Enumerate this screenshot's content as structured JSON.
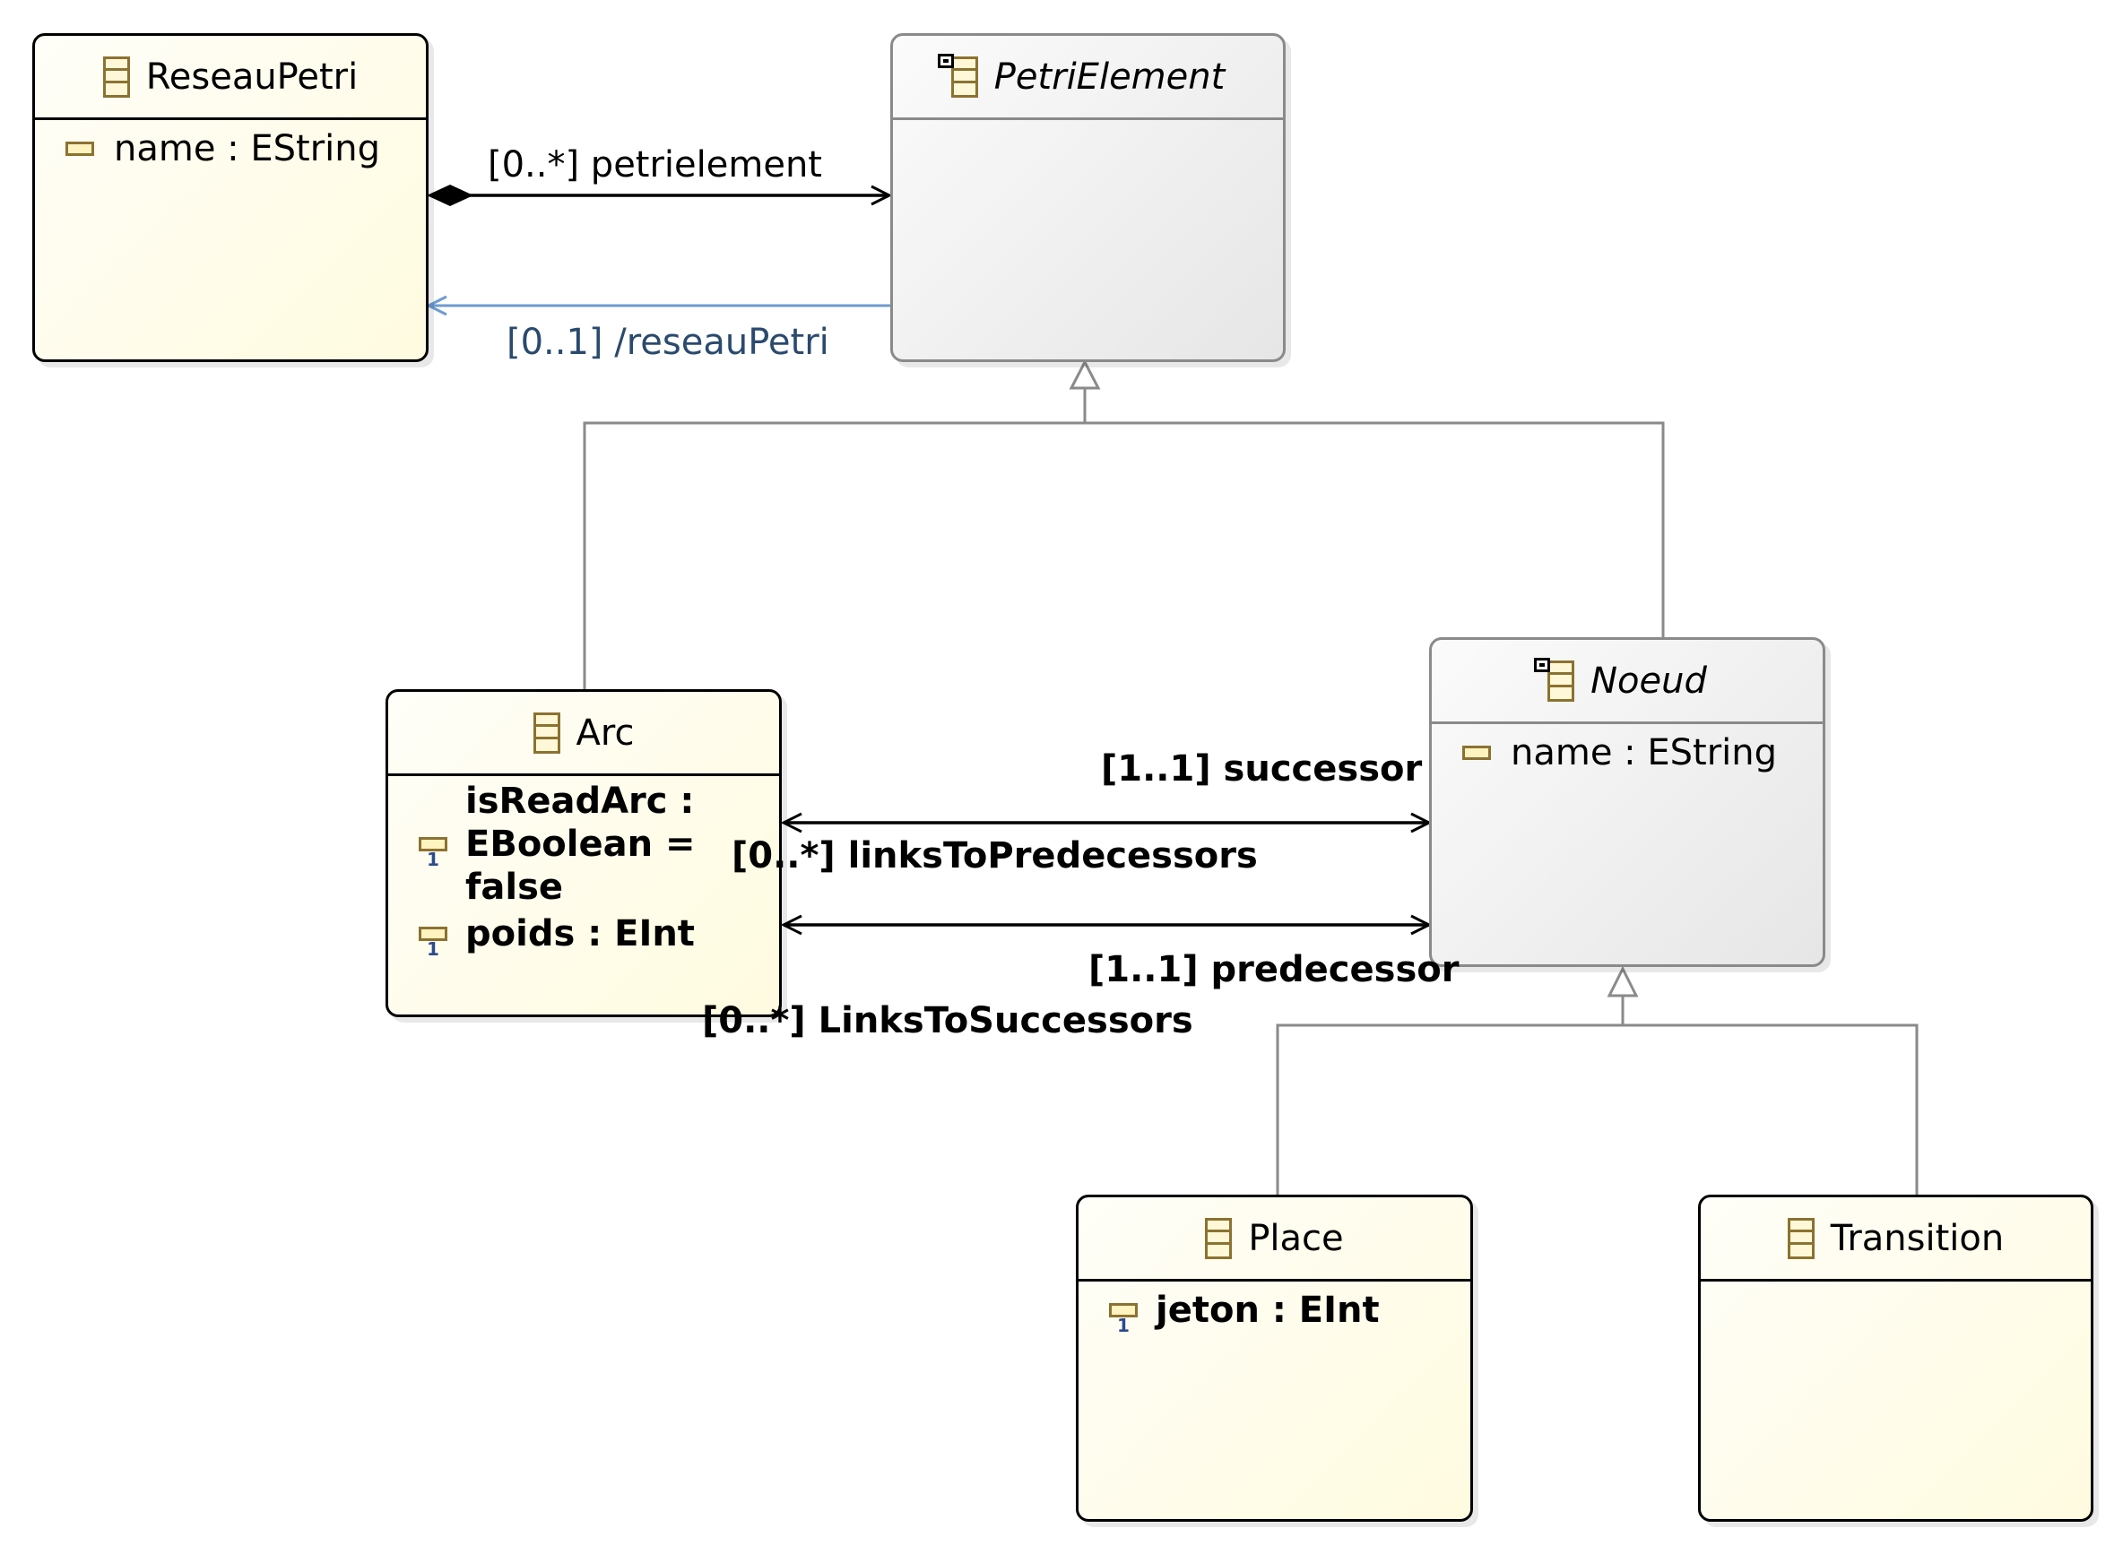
{
  "colors": {
    "concrete_fill": "#fffbe0",
    "abstract_fill": "#e6e6e6",
    "abstract_border": "#8a8a8a",
    "attribute_icon": "#8c7230",
    "derived_reference": "#6e9bd1",
    "derived_label": "#2a4a6e"
  },
  "classes": {
    "reseaupetri": {
      "name": "ReseauPetri",
      "icon": "class-icon",
      "abstract": false,
      "attributes": [
        {
          "text": "name : EString",
          "icon": "attribute-icon"
        }
      ]
    },
    "petrielement": {
      "name": "PetriElement",
      "icon": "abstract-class-icon",
      "abstract": true,
      "attributes": []
    },
    "arc": {
      "name": "Arc",
      "icon": "class-icon",
      "abstract": false,
      "attributes": [
        {
          "text": "isReadArc :\nEBoolean =\nfalse",
          "icon": "required-attribute-icon"
        },
        {
          "text": "poids : EInt",
          "icon": "required-attribute-icon"
        }
      ]
    },
    "noeud": {
      "name": "Noeud",
      "icon": "abstract-class-icon",
      "abstract": true,
      "attributes": [
        {
          "text": "name : EString",
          "icon": "attribute-icon"
        }
      ]
    },
    "place": {
      "name": "Place",
      "icon": "class-icon",
      "abstract": false,
      "attributes": [
        {
          "text": "jeton : EInt",
          "icon": "required-attribute-icon"
        }
      ]
    },
    "transition": {
      "name": "Transition",
      "icon": "class-icon",
      "abstract": false,
      "attributes": []
    }
  },
  "references": {
    "petrielement": "[0..*] petrielement",
    "reseaupetri": "[0..1] /reseauPetri",
    "successor": "[1..1] successor",
    "links_to_predecessors": "[0..*] linksToPredecessors",
    "predecessor": "[1..1] predecessor",
    "links_to_successors": "[0..*] LinksToSuccessors"
  }
}
